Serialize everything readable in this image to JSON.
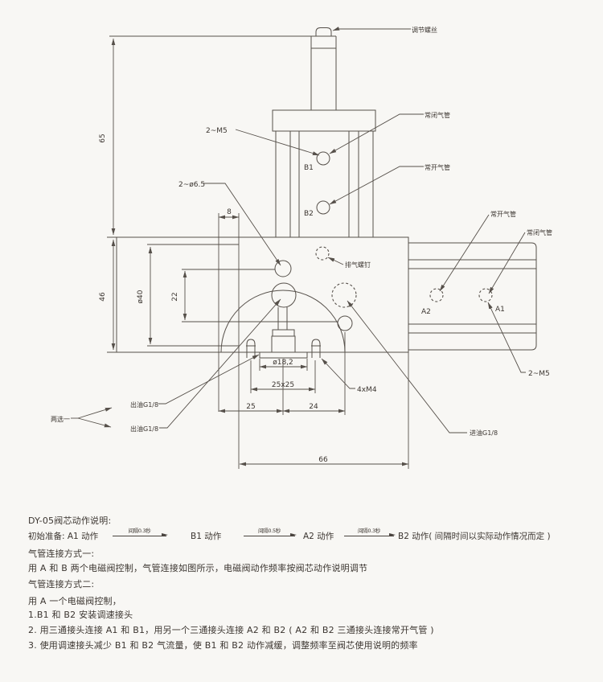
{
  "drawing": {
    "labels": {
      "adjust_screw": "调节螺丝",
      "m5_top": "2~M5",
      "nc_pipe_b1": "常闭气管",
      "no_pipe_b2": "常开气管",
      "b1": "B1",
      "b2": "B2",
      "dia_6_5": "2~ø6.5",
      "exhaust_screw": "排气螺钉",
      "no_pipe_a2": "常开气管",
      "nc_pipe_a1": "常闭气管",
      "a2": "A2",
      "a1": "A1",
      "m5_bottom": "2~M5",
      "m4": "4xM4",
      "oil_out_1": "出油G1/8",
      "oil_out_2": "出油G1/8",
      "oil_in": "进油G1/8",
      "choose_one": "两选一"
    },
    "dimensions": {
      "d65": "65",
      "d46": "46",
      "d40": "ø40",
      "d22": "22",
      "d8": "8",
      "d18_2": "ø18,2",
      "d25x25": "25x25",
      "d25": "25",
      "d24": "24",
      "d66": "66"
    }
  },
  "notes": {
    "title": "DY-05阀芯动作说明:",
    "sequence": {
      "start": "初始准备: A1 动作",
      "interval1": "间隔0.3秒",
      "step2": "B1 动作",
      "interval2": "间隔0.5秒",
      "step3": "A2 动作",
      "interval3": "间隔0.3秒",
      "step4": "B2 动作( 间隔时间以实际动作情况而定 )"
    },
    "method1_title": "气管连接方式一:",
    "method1_body": "用 A 和 B 两个电磁阀控制，气管连接如图所示，电磁阀动作频率按阀芯动作说明调节",
    "method2_title": "气管连接方式二:",
    "method2_body": "用 A 一个电磁阀控制，",
    "step1": "1.B1 和 B2 安装调速接头",
    "step2": "2. 用三通接头连接 A1 和 B1，用另一个三通接头连接 A2 和 B2 ( A2 和 B2 三通接头连接常开气管 )",
    "step3": "3. 使用调速接头减少 B1 和 B2 气流量，使 B1 和 B2 动作减缓，调整频率至阀芯使用说明的频率"
  }
}
